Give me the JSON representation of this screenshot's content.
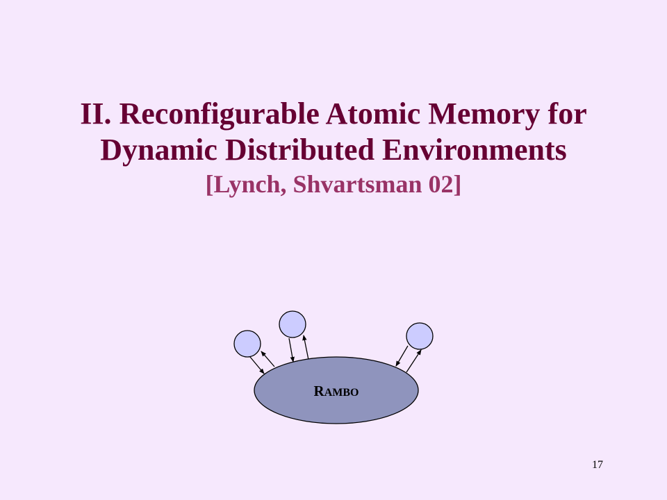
{
  "slide": {
    "title_line1": "II. Reconfigurable Atomic Memory for",
    "title_line2": "Dynamic Distributed Environments",
    "citation": "[Lynch, Shvartsman 02]",
    "page_number": "17"
  },
  "diagram": {
    "service": {
      "label_initial": "R",
      "label_rest": "AMBO"
    },
    "colors": {
      "background": "#f6e8fd",
      "title": "#660033",
      "citation": "#993366",
      "ellipse_fill": "#8f94bd",
      "node_fill": "#ccccff",
      "stroke": "#000000"
    }
  }
}
